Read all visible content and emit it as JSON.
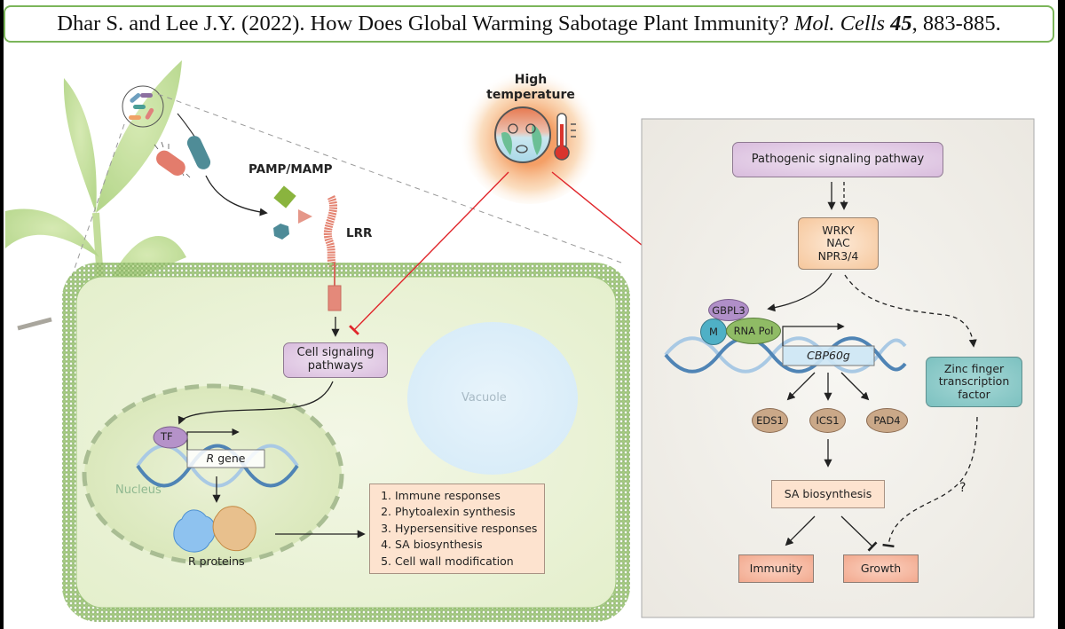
{
  "citation": {
    "authors_year": "Dhar S. and Lee J.Y. (2022). How Does Global Warming Sabotage Plant Immunity?",
    "journal": "Mol. Cells",
    "volume": "45",
    "pages": ", 883-885."
  },
  "stress": {
    "label_line1": "High",
    "label_line2": "temperature",
    "icon": "overheated-earth-thermometer-icon"
  },
  "left_panel": {
    "pamp_label": "PAMP/MAMP",
    "receptor_label": "LRR",
    "cell_signaling_line1": "Cell signaling",
    "cell_signaling_line2": "pathways",
    "tf_label": "TF",
    "gene_label_italic": "R",
    "gene_label_rest": " gene",
    "nucleus_label": "Nucleus",
    "vacuole_label": "Vacuole",
    "r_proteins_label": "R proteins",
    "responses": [
      "Immune responses",
      "Phytoalexin synthesis",
      "Hypersensitive responses",
      "SA biosynthesis",
      "Cell wall modification"
    ]
  },
  "right_panel": {
    "pathogenic_pathway": "Pathogenic signaling pathway",
    "tf_group": [
      "WRKY",
      "NAC",
      "NPR3/4"
    ],
    "gbpl3": "GBPL3",
    "mediator": "M",
    "rna_pol": "RNA Pol",
    "gene": "CBP60g",
    "downstream_genes": [
      "EDS1",
      "ICS1",
      "PAD4"
    ],
    "sa_biosynthesis": "SA biosynthesis",
    "zinc_finger_line1": "Zinc finger",
    "zinc_finger_line2": "transcription",
    "zinc_finger_line3": "factor",
    "unknown_mark": "?",
    "outcomes": [
      "Immunity",
      "Growth"
    ]
  },
  "colors": {
    "inhibition": "#e0262b",
    "membrane": "#8dbb6a",
    "title_border": "#7bb55a"
  }
}
